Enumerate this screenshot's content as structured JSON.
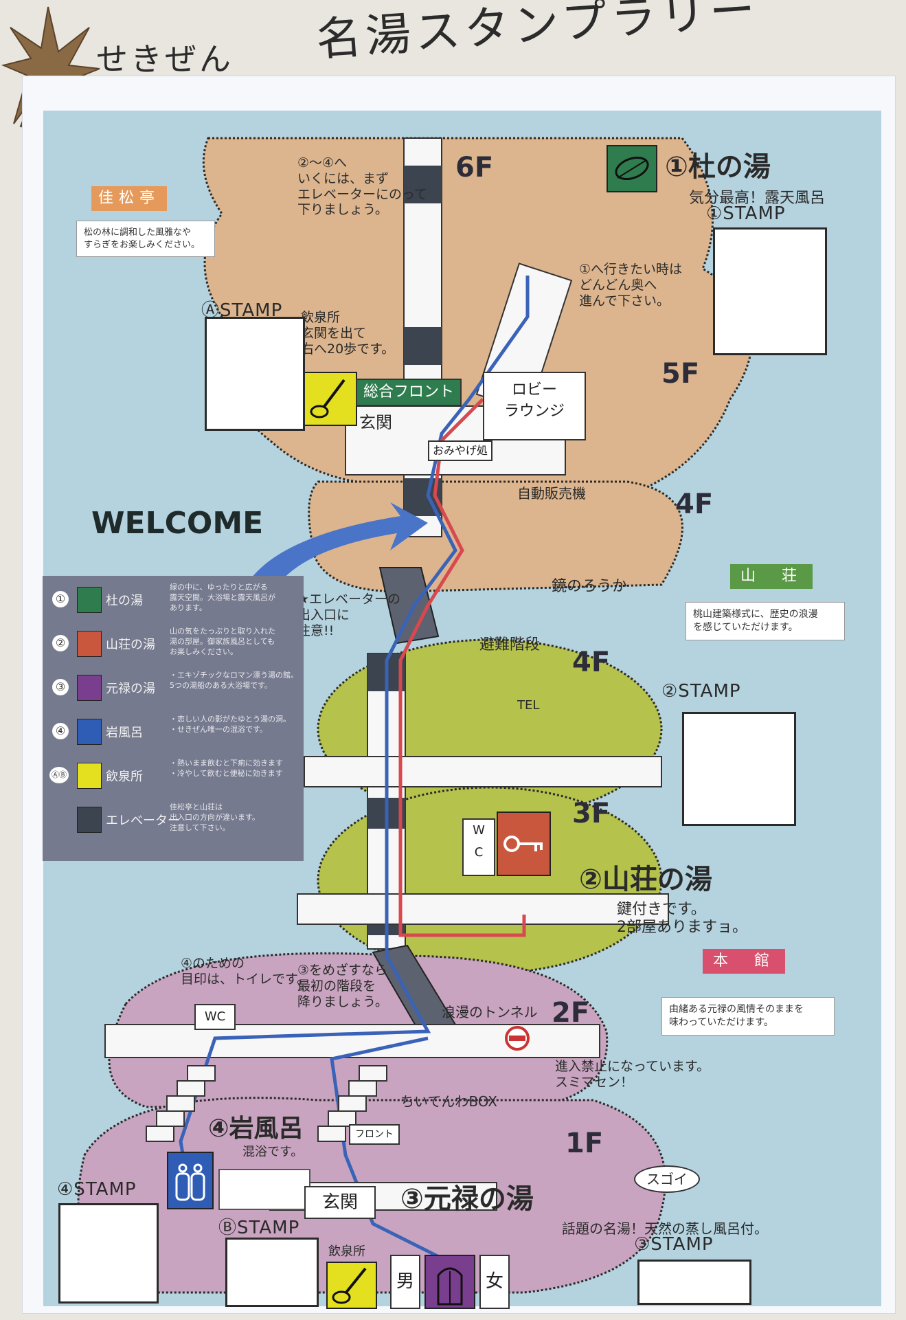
{
  "header": {
    "subtitle": "せきぜん",
    "title": "名湯スタンプラリー"
  },
  "colors": {
    "water": "#b4d3df",
    "floor_tan": "#dcb58e",
    "floor_green": "#b5c24c",
    "floor_pink": "#c9a4c0",
    "corridor": "#f7f7f7",
    "legend_bg": "#767a8e",
    "route_blue": "#3a63b8",
    "route_red": "#d8484f",
    "front_green": "#2f7d4f"
  },
  "buildings": {
    "kashoutei": "佳松亭",
    "kashoutei_desc": "松の林に調和した風雅なや\nすらぎをお楽しみください。",
    "sansou": "山　荘",
    "sansou_desc": "桃山建築様式に、歴史の浪漫\nを感じていただけます。",
    "honkan": "本　館",
    "honkan_desc": "由緒ある元禄の風情そのままを\n味わっていただけます。"
  },
  "floors": {
    "f6": "6F",
    "f5": "5F",
    "f4a": "4F",
    "f4b": "4F",
    "f3": "3F",
    "f2": "2F",
    "f1": "1F"
  },
  "baths": {
    "b1_name": "①杜の湯",
    "b1_sub": "気分最高！露天風呂",
    "b2_name": "②山荘の湯",
    "b2_sub": "鍵付きです。\n2部屋ありますョ。",
    "b3_name": "③元禄の湯",
    "b3_sub": "話題の名湯！天然の蒸し風呂付。",
    "b4_name": "④岩風呂",
    "b4_sub": "混浴です。"
  },
  "notes": {
    "elevator_hint": "②～④へ\nいくには、まず\nエレベーターにのって\n下りましょう。",
    "go_deep": "①へ行きたい時は\nどんどん奥へ\n進んで下さい。",
    "spring_a": "飲泉所\n玄関を出て\n右へ20歩です。",
    "welcome": "WELCOME",
    "vending": "自動販売機",
    "mirror": "鏡のろうか",
    "elevator_warn": "★エレベーターの\n出入口に\n注意!!",
    "evac": "避難階段",
    "tel": "TEL",
    "toilet_mark": "④のための\n目印は、トイレです。",
    "to_3": "③をめざすなら\n最初の階段を\n降りましょう。",
    "tunnel": "浪漫のトンネル",
    "no_entry": "進入禁止になっています。\nスミマセン！",
    "guide_box": "ちいてんわBOX",
    "sugoi": "スゴイ",
    "spring_b": "飲泉所"
  },
  "rooms": {
    "front_desk": "総合フロント",
    "entrance": "玄関",
    "lobby": "ロビー\nラウンジ",
    "souvenir": "おみやげ処",
    "wc": "WC",
    "wc3a": "W",
    "wc3b": "C",
    "front_small": "フロント",
    "entrance_1f": "玄関",
    "men": "男",
    "women": "女"
  },
  "stamps": {
    "s1": "①STAMP",
    "sA": "ⒶSTAMP",
    "s2": "②STAMP",
    "s3": "③STAMP",
    "s4": "④STAMP",
    "sB": "ⒷSTAMP"
  },
  "legend": [
    {
      "num": "①",
      "icon": "leaf-icon",
      "color": "#2f7d4f",
      "name": "杜の湯",
      "desc": "緑の中に、ゆったりと広がる\n露天空間。大浴場と露天風呂が\nあります。"
    },
    {
      "num": "②",
      "icon": "key-icon",
      "color": "#c9573d",
      "name": "山荘の湯",
      "desc": "山の気をたっぷりと取り入れた\n湯の部屋。御家族風呂としても\nお楽しみください。"
    },
    {
      "num": "③",
      "icon": "door-icon",
      "color": "#7a3e8e",
      "name": "元禄の湯",
      "desc": "・エキゾチックなロマン漂う湯の館。\n5つの湯船のある大浴場です。"
    },
    {
      "num": "④",
      "icon": "bottle-icon",
      "color": "#2f5db5",
      "name": "岩風呂",
      "desc": "・恋しい人の影がたゆとう湯の洞。\n・せきぜん唯一の混浴です。"
    },
    {
      "num": "ⒶⒷ",
      "icon": "ladle-icon",
      "color": "#e4e020",
      "name": "飲泉所",
      "desc": "・熱いまま飲むと下痢に効きます\n・冷やして飲むと便秘に効きます"
    },
    {
      "num": "",
      "icon": "elevator-icon",
      "color": "#3c4450",
      "name": "エレベーター",
      "desc": "佳松亭と山荘は\n出入口の方向が違います。\n注意して下さい。"
    }
  ]
}
